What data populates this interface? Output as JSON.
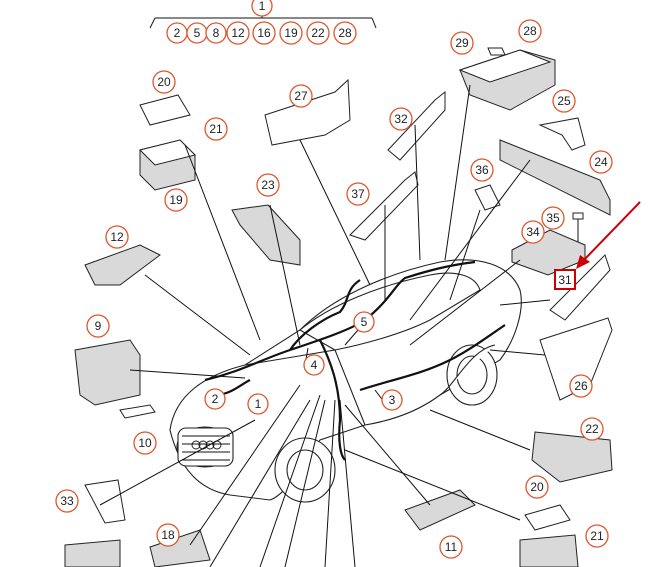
{
  "diagram": {
    "top_group": {
      "label": "1",
      "members": [
        "2",
        "5",
        "8",
        "12",
        "16",
        "19",
        "22",
        "28"
      ]
    },
    "callouts": [
      {
        "id": "20a",
        "label": "20"
      },
      {
        "id": "21a",
        "label": "21"
      },
      {
        "id": "19",
        "label": "19"
      },
      {
        "id": "27",
        "label": "27"
      },
      {
        "id": "23",
        "label": "23"
      },
      {
        "id": "32",
        "label": "32"
      },
      {
        "id": "37",
        "label": "37"
      },
      {
        "id": "29",
        "label": "29"
      },
      {
        "id": "28",
        "label": "28"
      },
      {
        "id": "25",
        "label": "25"
      },
      {
        "id": "36",
        "label": "36"
      },
      {
        "id": "24",
        "label": "24"
      },
      {
        "id": "35",
        "label": "35"
      },
      {
        "id": "34",
        "label": "34"
      },
      {
        "id": "31",
        "label": "31",
        "highlighted": true
      },
      {
        "id": "12",
        "label": "12"
      },
      {
        "id": "9",
        "label": "9"
      },
      {
        "id": "5",
        "label": "5"
      },
      {
        "id": "4",
        "label": "4"
      },
      {
        "id": "2",
        "label": "2"
      },
      {
        "id": "1",
        "label": "1"
      },
      {
        "id": "3",
        "label": "3"
      },
      {
        "id": "26",
        "label": "26"
      },
      {
        "id": "10",
        "label": "10"
      },
      {
        "id": "22",
        "label": "22"
      },
      {
        "id": "20b",
        "label": "20"
      },
      {
        "id": "21b",
        "label": "21"
      },
      {
        "id": "33",
        "label": "33"
      },
      {
        "id": "18",
        "label": "18"
      },
      {
        "id": "11",
        "label": "11"
      }
    ],
    "highlight_color": "#cc0000",
    "callout_color": "#e0552a"
  }
}
